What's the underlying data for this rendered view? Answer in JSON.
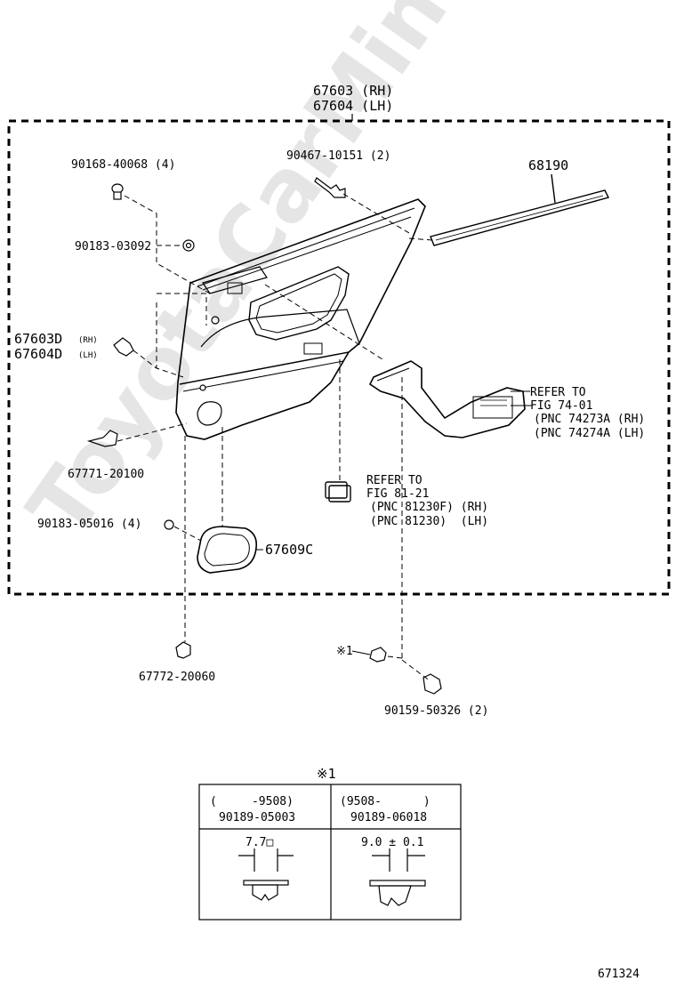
{
  "watermark": "ToyotaCarMine.ru",
  "labels": {
    "panel_rh": "67603 (RH)",
    "panel_lh": "67604 (LH)",
    "clip_90168": "90168-40068 (4)",
    "clip_90467": "90467-10151 (2)",
    "weatherstrip": "68190",
    "washer_90183_03092": "90183-03092",
    "clip_rh": "67603D",
    "clip_rh_side": "(RH)",
    "clip_lh": "67604D",
    "clip_lh_side": "(LH)",
    "refer_74_title": "REFER TO",
    "refer_74_fig": "FIG 74-01",
    "refer_74_rh": "(PNC 74273A (RH)",
    "refer_74_lh": "(PNC 74274A (LH)",
    "knob_67771": "67771-20100",
    "refer_81_title": "REFER TO",
    "refer_81_fig": "FIG 81-21",
    "refer_81_rh": "(PNC 81230F) (RH)",
    "refer_81_lh": "(PNC 81230)  (LH)",
    "washer_90183_05016": "90183-05016 (4)",
    "cover_67609": "67609C",
    "clip_67772": "67772-20060",
    "note_ref": "※1",
    "screw_90159": "90159-50326 (2)",
    "figure_no": "671324"
  },
  "table": {
    "title": "※1",
    "col1_range": "(     -9508)",
    "col1_part": "90189-05003",
    "col1_dim": "7.7□",
    "col2_range": "(9508-      )",
    "col2_part": "90189-06018",
    "col2_dim": "9.0 ± 0.1"
  }
}
